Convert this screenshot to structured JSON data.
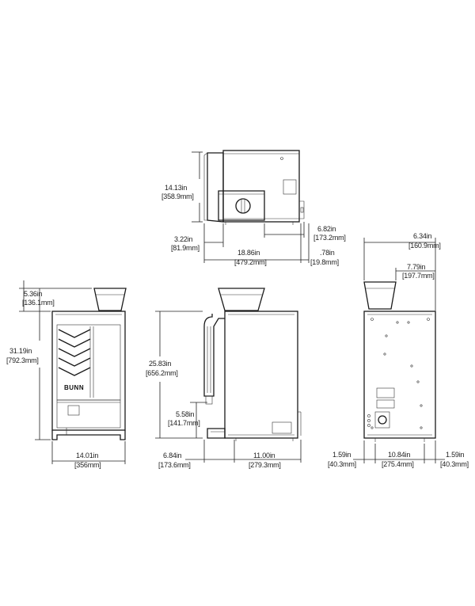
{
  "brand_logo": "BUNN",
  "top_view": {
    "height_in": "14.13in",
    "height_mm": "[358.9mm]",
    "offset_left_in": "3.22in",
    "offset_left_mm": "[81.9mm]",
    "depth_in": "18.86in",
    "depth_mm": "[479.2mm]",
    "right_offset_in": "6.82in",
    "right_offset_mm": "[173.2mm]",
    "small_in": ".78in",
    "small_mm": "[19.8mm]"
  },
  "front_view": {
    "hopper_in": "5.36in",
    "hopper_mm": "[136.1mm]",
    "total_height_in": "31.19in",
    "total_height_mm": "[792.3mm]",
    "width_in": "14.01in",
    "width_mm": "[356mm]"
  },
  "side_view": {
    "body_height_in": "25.83in",
    "body_height_mm": "[656.2mm]",
    "spout_height_in": "5.58in",
    "spout_height_mm": "[141.7mm]",
    "front_depth_in": "6.84in",
    "front_depth_mm": "[173.6mm]",
    "rear_depth_in": "11.00in",
    "rear_depth_mm": "[279.3mm]"
  },
  "rear_view": {
    "hopper_offset_in": "6.34in",
    "hopper_offset_mm": "[160.9mm]",
    "hopper_width_in": "7.79in",
    "hopper_width_mm": "[197.7mm]",
    "left_foot_in": "1.59in",
    "left_foot_mm": "[40.3mm]",
    "foot_span_in": "10.84in",
    "foot_span_mm": "[275.4mm]",
    "right_foot_in": "1.59in",
    "right_foot_mm": "[40.3mm]"
  }
}
